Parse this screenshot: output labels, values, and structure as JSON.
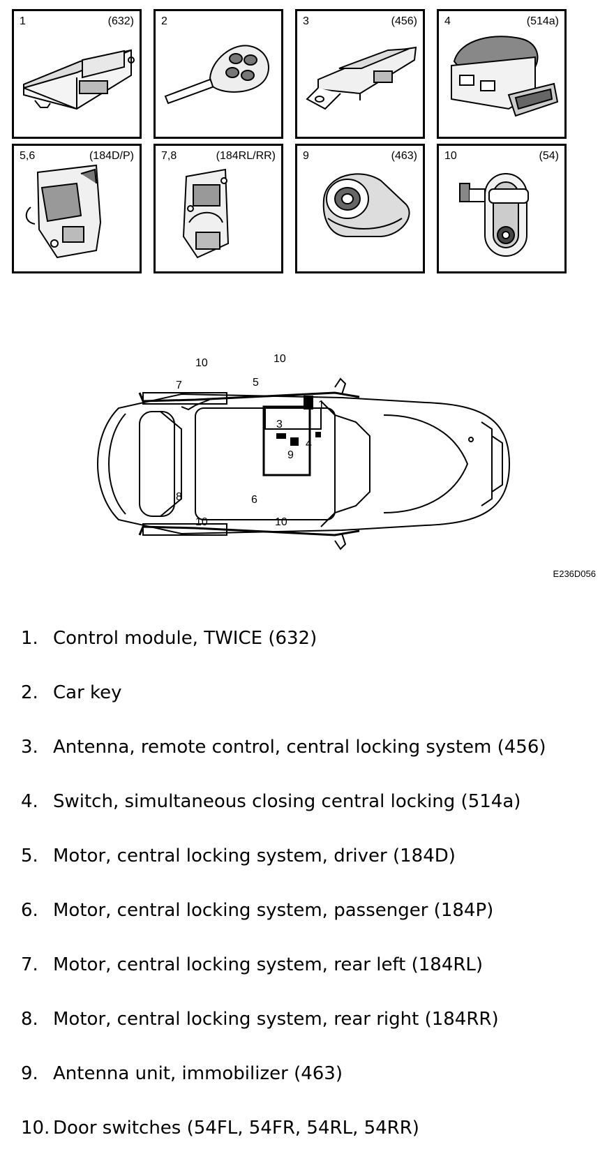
{
  "panels": [
    {
      "num": "1",
      "code": "(632)"
    },
    {
      "num": "2",
      "code": ""
    },
    {
      "num": "3",
      "code": "(456)"
    },
    {
      "num": "4",
      "code": "(514a)"
    },
    {
      "num": "5,6",
      "code": "(184D/P)"
    },
    {
      "num": "7,8",
      "code": "(184RL/RR)"
    },
    {
      "num": "9",
      "code": "(463)"
    },
    {
      "num": "10",
      "code": "(54)"
    }
  ],
  "car_labels": {
    "l10a": "10",
    "l10b": "10",
    "l10c": "10",
    "l10d": "10",
    "l7": "7",
    "l5": "5",
    "l1": "1",
    "l3": "3",
    "l4": "4",
    "l9": "9",
    "l8": "8",
    "l6": "6"
  },
  "figure_ref": "E236D056",
  "legend": [
    {
      "n": "1.",
      "text": "Control module, TWICE (632)"
    },
    {
      "n": "2.",
      "text": "Car key"
    },
    {
      "n": "3.",
      "text": "Antenna, remote control, central locking system (456)"
    },
    {
      "n": "4.",
      "text": "Switch, simultaneous closing central locking (514a)"
    },
    {
      "n": "5.",
      "text": "Motor, central locking system, driver (184D)"
    },
    {
      "n": "6.",
      "text": "Motor, central locking system, passenger (184P)"
    },
    {
      "n": "7.",
      "text": "Motor, central locking system, rear left (184RL)"
    },
    {
      "n": "8.",
      "text": "Motor, central locking system, rear right (184RR)"
    },
    {
      "n": "9.",
      "text": "Antenna unit, immobilizer (463)"
    },
    {
      "n": "10.",
      "text": "Door switches (54FL, 54FR, 54RL, 54RR)"
    }
  ]
}
